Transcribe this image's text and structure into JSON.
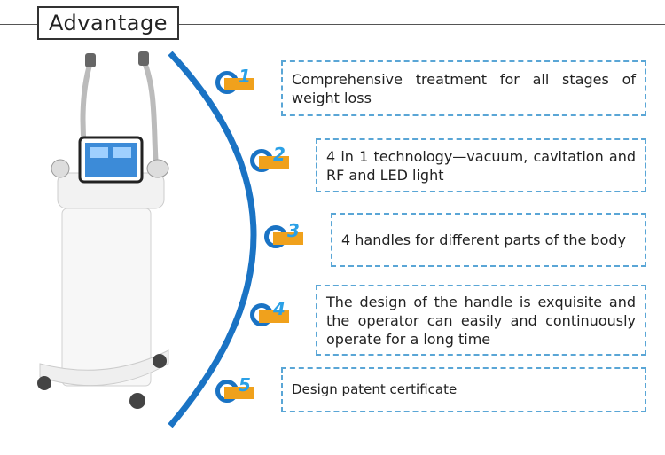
{
  "header": {
    "title": "Advantage"
  },
  "items": [
    {
      "number": "1",
      "text": "Comprehensive treatment for all stages of weight loss"
    },
    {
      "number": "2",
      "text": "4 in 1 technology—vacuum, cavitation and RF and LED light"
    },
    {
      "number": "3",
      "text": "4 handles for different parts of the body"
    },
    {
      "number": "4",
      "text": "The design of the handle is exquisite and the operator can easily and continuously operate for a long time"
    },
    {
      "number": "5",
      "text": "Design patent certificate"
    }
  ],
  "colors": {
    "accent_blue": "#1a73c4",
    "badge_orange": "#f0a11c",
    "dash_blue": "#5aa6d6"
  },
  "image": {
    "icon": "slimming-machine-icon"
  }
}
